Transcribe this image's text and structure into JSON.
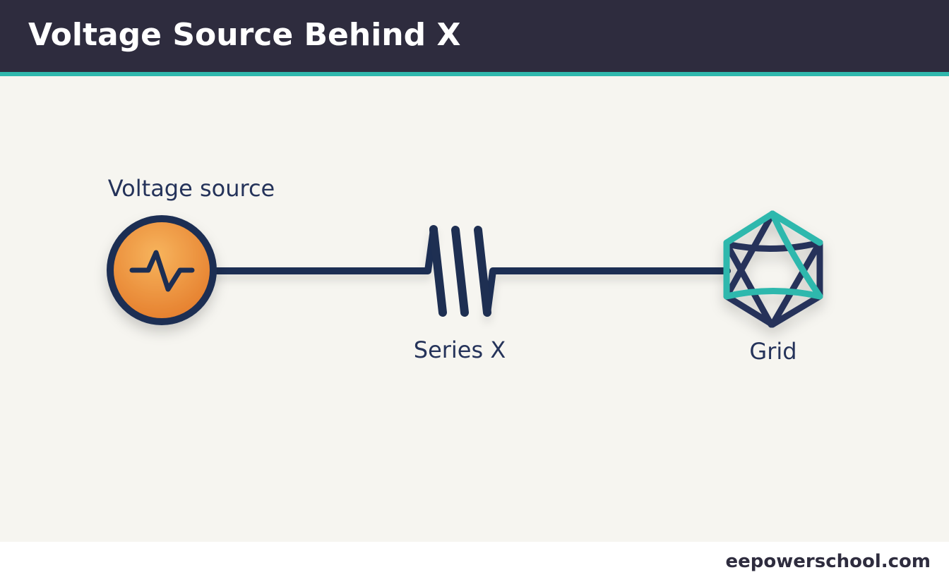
{
  "header": {
    "title": "Voltage Source Behind X"
  },
  "diagram": {
    "source_label": "Voltage source",
    "reactance_label": "Series X",
    "grid_label": "Grid"
  },
  "footer": {
    "brand": "eepowerschool.com"
  },
  "colors": {
    "header_bg": "#2e2c3e",
    "accent": "#2fb8ad",
    "canvas_bg": "#f6f5f0",
    "line": "#1e2f52",
    "source_fill": "#ef8d33",
    "grid_stroke": "#2fb8ad"
  },
  "icons": {
    "source": "ac-waveform-icon",
    "reactance": "series-reactance-symbol",
    "grid": "grid-network-icon"
  }
}
